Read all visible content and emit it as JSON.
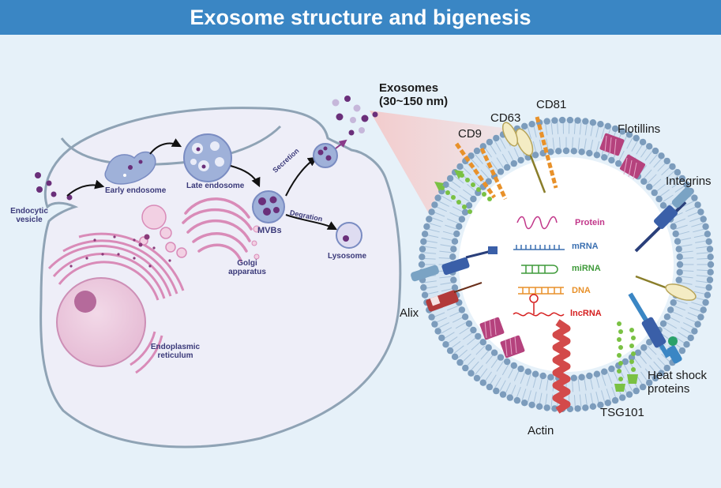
{
  "title": "Exosome structure and bigenesis",
  "exosomes_label": {
    "line1": "Exosomes",
    "line2": "(30~150 nm)"
  },
  "cell": {
    "endocytic_vesicle": {
      "line1": "Endocytic",
      "line2": "vesicle"
    },
    "early_endosome": "Early endosome",
    "late_endosome": "Late endosome",
    "mvbs": "MVBs",
    "secretion": "Secretion",
    "degration": "Degration",
    "lysosome": "Lysosome",
    "golgi": {
      "line1": "Golgi",
      "line2": "apparatus"
    },
    "er": {
      "line1": "Endoplasmic",
      "line2": "reticulum"
    }
  },
  "proteins": {
    "cd9": "CD9",
    "cd63": "CD63",
    "cd81": "CD81",
    "flotillins": "Flotillins",
    "integrins": "Integrins",
    "alix": "Alix",
    "heat_shock": {
      "line1": "Heat shock",
      "line2": "proteins"
    },
    "tsg101": "TSG101",
    "actin": "Actin"
  },
  "cargo": {
    "protein": {
      "label": "Protein",
      "color": "#c2378a"
    },
    "mrna": {
      "label": "mRNA",
      "color": "#3a6fb0"
    },
    "mirna": {
      "label": "miRNA",
      "color": "#3f9a3a"
    },
    "dna": {
      "label": "DNA",
      "color": "#e8912a"
    },
    "lncrna": {
      "label": "lncRNA",
      "color": "#d62020"
    }
  },
  "colors": {
    "banner": "#3a86c4",
    "background": "#e6f1f9",
    "cell_membrane": "#8fa3b5",
    "cell_fill": "#eeeef8",
    "vesicle_purple": "#6a2f7a",
    "lipid_head": "#7c9cbc",
    "er_pink": "#d98bb8"
  }
}
